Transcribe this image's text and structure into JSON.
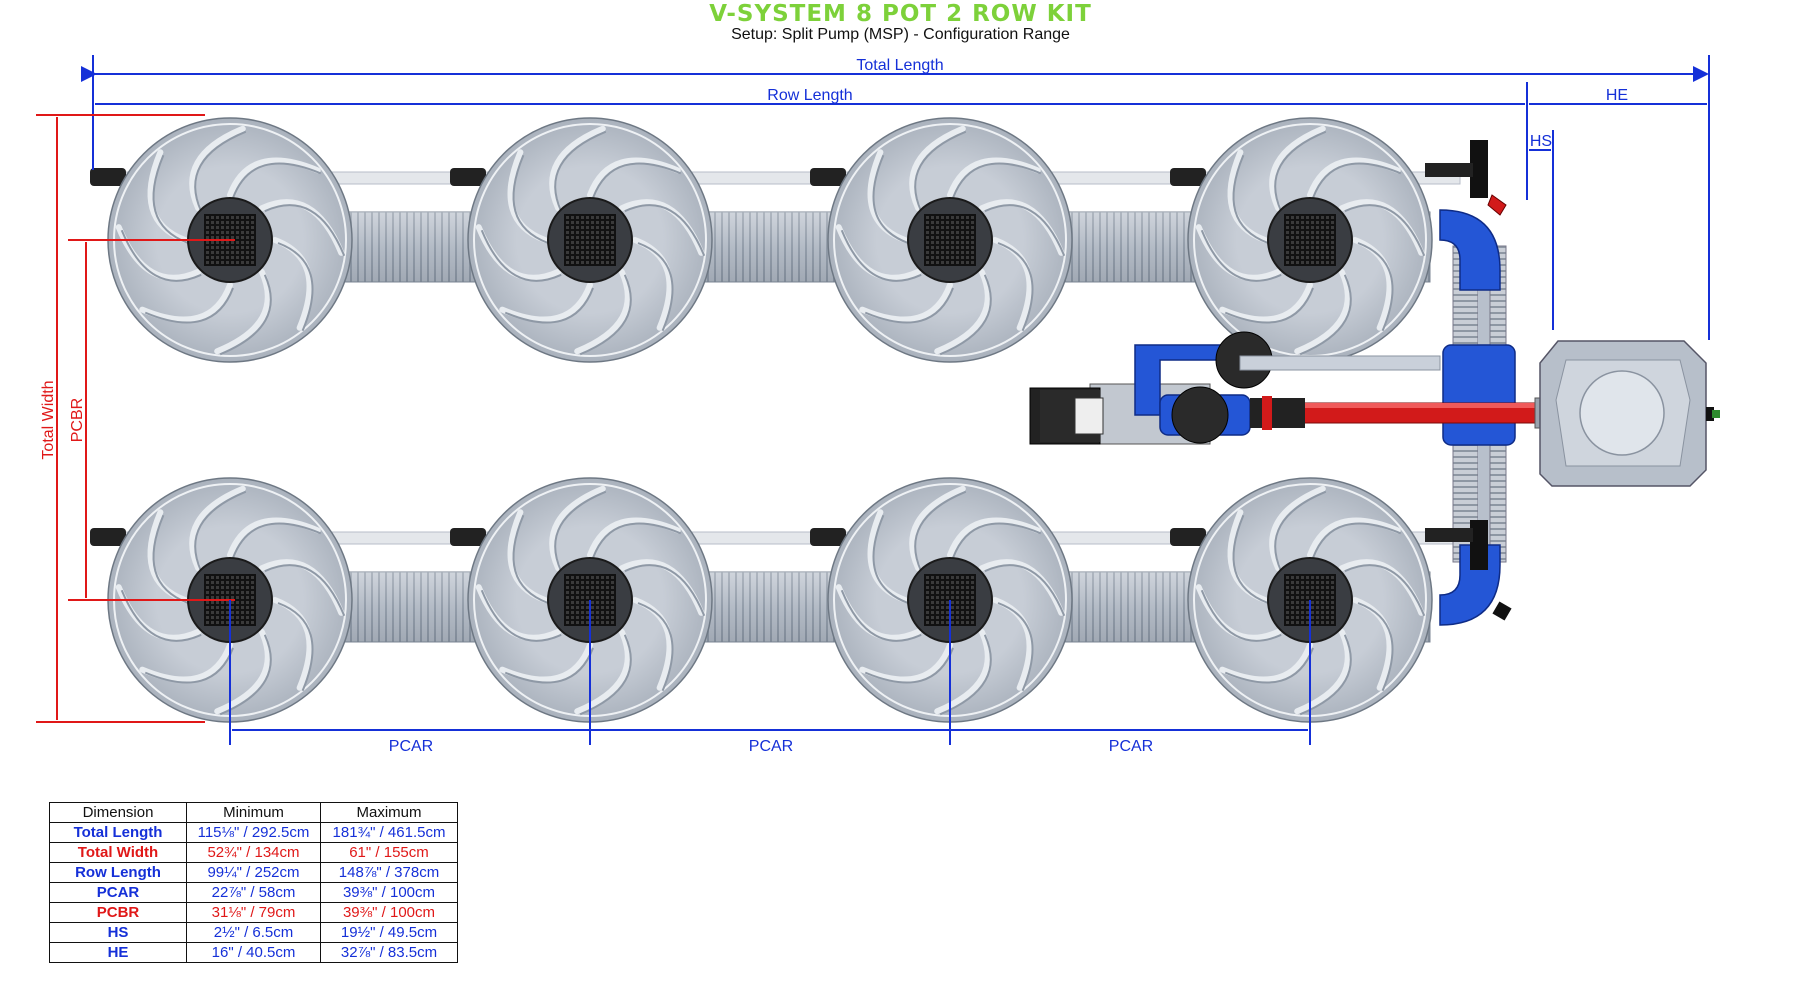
{
  "title": "V-SYSTEM 8 POT 2 ROW KIT",
  "subtitle": "Setup: Split Pump (MSP) - Configuration Range",
  "colors": {
    "blue": "#1530d8",
    "red": "#e01818",
    "title_green": "#7dd13a",
    "pipe_blue": "#2456d6",
    "pipe_red": "#d21a1a"
  },
  "labels": {
    "total_length": "Total Length",
    "row_length": "Row Length",
    "he": "HE",
    "hs": "HS",
    "total_width": "Total Width",
    "pcbr": "PCBR",
    "pcar": "PCAR"
  },
  "table": {
    "headers": [
      "Dimension",
      "Minimum",
      "Maximum"
    ],
    "rows": [
      {
        "name": "Total Length",
        "min": "115⅛\" / 292.5cm",
        "max": "181¾\" / 461.5cm",
        "color": "#1530d8"
      },
      {
        "name": "Total Width",
        "min": "52¾\" / 134cm",
        "max": "61\" / 155cm",
        "color": "#e01818"
      },
      {
        "name": "Row Length",
        "min": "99¼\" / 252cm",
        "max": "148⅞\" / 378cm",
        "color": "#1530d8"
      },
      {
        "name": "PCAR",
        "min": "22⅞\" / 58cm",
        "max": "39⅜\" / 100cm",
        "color": "#1530d8"
      },
      {
        "name": "PCBR",
        "min": "31⅛\" / 79cm",
        "max": "39⅜\" / 100cm",
        "color": "#e01818"
      },
      {
        "name": "HS",
        "min": "2½\" / 6.5cm",
        "max": "19½\" / 49.5cm",
        "color": "#1530d8"
      },
      {
        "name": "HE",
        "min": "16\" / 40.5cm",
        "max": "32⅞\" / 83.5cm",
        "color": "#1530d8"
      }
    ]
  },
  "components": [
    "pot-icon",
    "drain-grate-icon",
    "pump-icon",
    "reservoir-icon",
    "valve-icon"
  ]
}
